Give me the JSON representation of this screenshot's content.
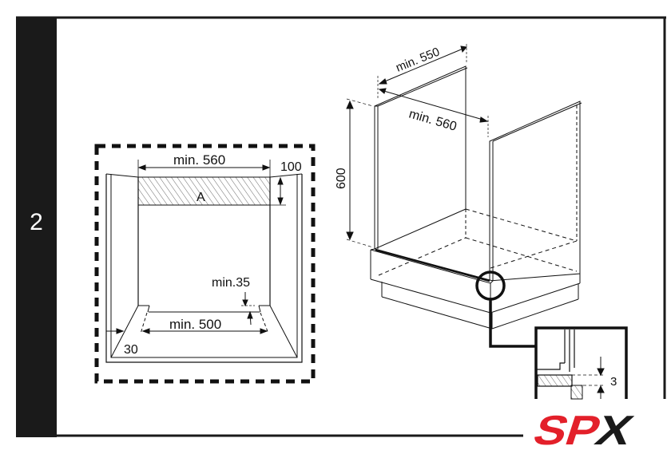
{
  "step_number": "2",
  "front_view": {
    "width_label": "min. 560",
    "height_label": "100",
    "zone_label": "A",
    "gap_label": "min.35",
    "bottom_width_label": "min. 500",
    "side_label": "30"
  },
  "cabinet_view": {
    "depth_label": "min. 550",
    "width_label": "min. 560",
    "height_label": "600"
  },
  "detail_view": {
    "gap_label": "3"
  },
  "logo": {
    "text": "SPX",
    "colors": {
      "sp": "#e3202a",
      "x": "#1a1a1a"
    }
  }
}
